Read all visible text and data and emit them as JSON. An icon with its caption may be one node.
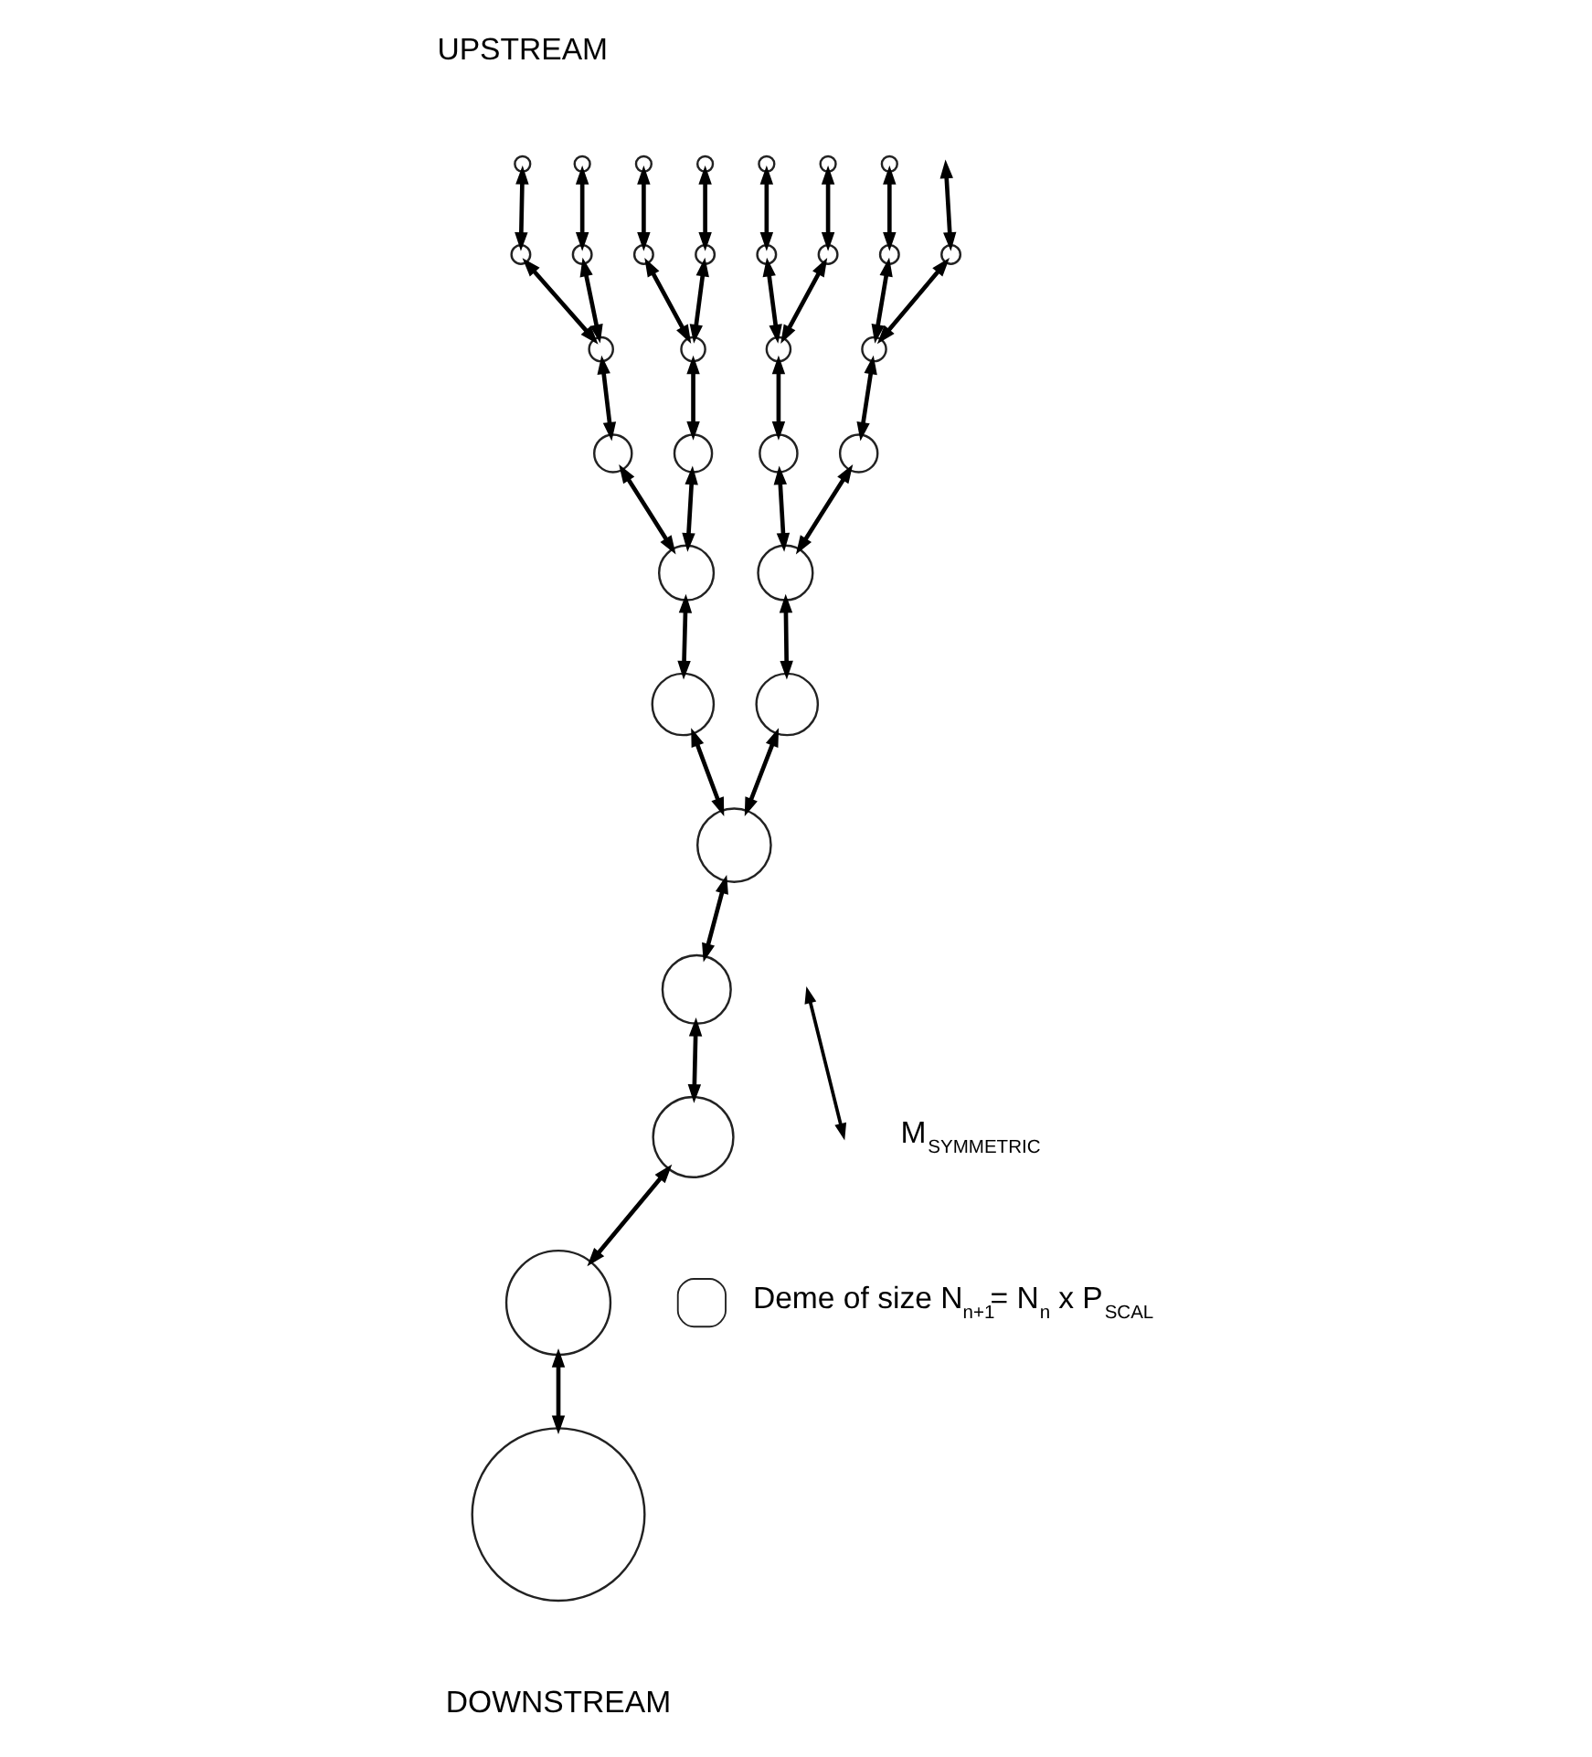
{
  "diagram": {
    "nodes": [
      {
        "text": [],
        "shape": "circle"
      },
      {
        "text": [],
        "shape": "circle"
      },
      {
        "text": [],
        "shape": "circle"
      },
      {
        "text": [],
        "shape": "circle"
      },
      {
        "text": [],
        "shape": "circle"
      },
      {
        "text": [],
        "shape": "circle"
      },
      {
        "text": [],
        "shape": "circle"
      },
      {
        "text": [],
        "shape": "circle"
      },
      {
        "text": [],
        "shape": "circle"
      },
      {
        "text": [],
        "shape": "circle"
      },
      {
        "text": [],
        "shape": "circle"
      },
      {
        "text": [],
        "shape": "circle"
      },
      {
        "text": [],
        "shape": "circle"
      },
      {
        "text": [],
        "shape": "circle"
      },
      {
        "text": [],
        "shape": "circle"
      },
      {
        "text": [],
        "shape": "circle"
      },
      {
        "text": [],
        "shape": "circle"
      },
      {
        "text": [],
        "shape": "circle"
      },
      {
        "text": [],
        "shape": "circle"
      },
      {
        "text": [],
        "shape": "circle"
      },
      {
        "text": [],
        "shape": "circle"
      },
      {
        "text": [],
        "shape": "circle"
      },
      {
        "text": [],
        "shape": "circle"
      },
      {
        "text": [],
        "shape": "circle"
      },
      {
        "text": [],
        "shape": "circle"
      },
      {
        "text": [],
        "shape": "circle"
      },
      {
        "text": [],
        "shape": "circle"
      },
      {
        "text": [],
        "shape": "circle"
      },
      {
        "text": [],
        "shape": "circle"
      },
      {
        "text": [],
        "shape": "circle"
      },
      {
        "text": [],
        "shape": "circle"
      },
      {
        "text": [],
        "shape": "circle"
      }
    ],
    "edges": [
      {
        "from": 0,
        "to": 7,
        "arrow": "both"
      },
      {
        "from": 7,
        "to": 15,
        "arrow": "both"
      },
      {
        "from": 1,
        "to": 8,
        "arrow": "both"
      },
      {
        "from": 8,
        "to": 15,
        "arrow": "both"
      },
      {
        "from": 2,
        "to": 9,
        "arrow": "both"
      },
      {
        "from": 9,
        "to": 16,
        "arrow": "both"
      },
      {
        "from": 3,
        "to": 10,
        "arrow": "both"
      },
      {
        "from": 10,
        "to": 16,
        "arrow": "both"
      },
      {
        "from": 4,
        "to": 11,
        "arrow": "both"
      },
      {
        "from": 11,
        "to": 17,
        "arrow": "both"
      },
      {
        "from": 5,
        "to": 12,
        "arrow": "both"
      },
      {
        "from": 12,
        "to": 17,
        "arrow": "both"
      },
      {
        "from": 6,
        "to": 13,
        "arrow": "both"
      },
      {
        "from": 13,
        "to": 18,
        "arrow": "both"
      },
      {
        "from": null,
        "to": 14,
        "arrow": "both"
      },
      {
        "from": 14,
        "to": 18,
        "arrow": "both"
      },
      {
        "from": 15,
        "to": 19,
        "arrow": "both"
      },
      {
        "from": 19,
        "to": 23,
        "arrow": "both"
      },
      {
        "from": 16,
        "to": 20,
        "arrow": "both"
      },
      {
        "from": 20,
        "to": 23,
        "arrow": "both"
      },
      {
        "from": 17,
        "to": 21,
        "arrow": "both"
      },
      {
        "from": 21,
        "to": 24,
        "arrow": "both"
      },
      {
        "from": 18,
        "to": 22,
        "arrow": "both"
      },
      {
        "from": 22,
        "to": 24,
        "arrow": "both"
      },
      {
        "from": 23,
        "to": 25,
        "arrow": "both"
      },
      {
        "from": 25,
        "to": 27,
        "arrow": "both"
      },
      {
        "from": 24,
        "to": 26,
        "arrow": "both"
      },
      {
        "from": 26,
        "to": 27,
        "arrow": "both"
      },
      {
        "from": 27,
        "to": 28,
        "arrow": "both"
      },
      {
        "from": 28,
        "to": 29,
        "arrow": "both"
      },
      {
        "from": 29,
        "to": 30,
        "arrow": "both"
      },
      {
        "from": 30,
        "to": 31,
        "arrow": "both"
      }
    ],
    "labels": [
      "UPSTREAM",
      "DOWNSTREAM"
    ],
    "legend": [
      {
        "text": "M$_{SYMMETRIC}$"
      },
      {
        "text": "Deme of size N$_{n+1}$= N$_{n}$ x P$_{SCAL}$"
      }
    ]
  }
}
